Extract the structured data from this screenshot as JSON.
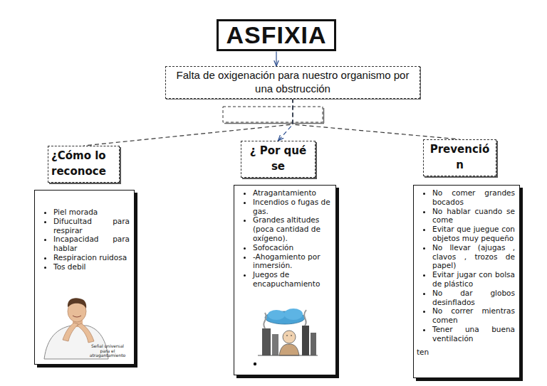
{
  "diagram": {
    "nodes": [
      {
        "text": [
          "ASFIXIA"
        ]
      },
      {
        "text": [
          "Falta de oxigenación para nuestro organismo por una obstrucción"
        ]
      },
      {
        "text": [
          "¿Cómo lo reconoce"
        ]
      },
      {
        "text": [
          "¿ Por qué se"
        ]
      },
      {
        "text": [
          "Prevención"
        ]
      },
      {
        "text": [
          "Piel morada",
          "Difucultad para respirar",
          "Incapacidad para hablar",
          "Respiracion ruidosa",
          "Tos debil"
        ]
      },
      {
        "text": [
          "Atragantamiento",
          "Incendios o fugas de gas.",
          "Grandes altitudes (poca cantidad de oxígeno).",
          "Sofocación",
          "-Ahogamiento por inmersión.",
          "Juegos de encapuchamiento"
        ]
      },
      {
        "text": [
          "No comer grandes bocados",
          "No hablar cuando se come",
          "Evitar que juegue con objetos muy pequeño",
          "No llevar (ajugas , clavos , trozos de papel)",
          "Evitar jugar con bolsa de plástico",
          "No dar globos desinflados",
          "No correr mientras comen",
          "Tener una buena ventilación",
          "ten"
        ]
      }
    ],
    "edges": [
      {
        "from": 0,
        "to": 1,
        "arrow": "to"
      },
      {
        "from": 1,
        "to": 2,
        "arrow": "none"
      },
      {
        "from": 1,
        "to": 3,
        "arrow": "to"
      },
      {
        "from": 1,
        "to": 4,
        "arrow": "none"
      }
    ],
    "labels": [
      "Señal universal para el atragantamiento"
    ]
  }
}
